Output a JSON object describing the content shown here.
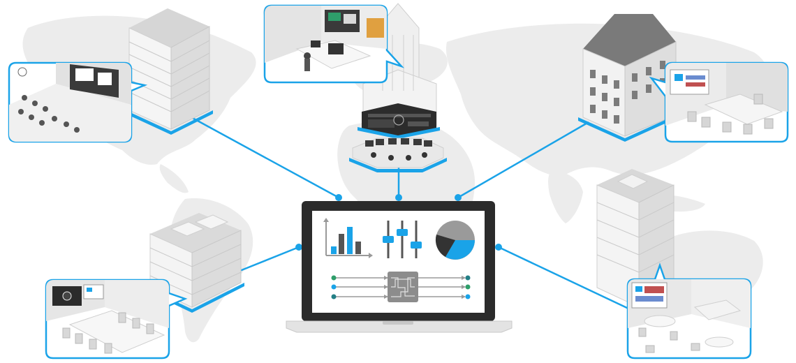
{
  "scene": {
    "background": "world-map",
    "hub": "laptop-management-console",
    "sites": [
      {
        "id": "classroom",
        "building": "office-tower",
        "scene": "lecture-room-with-presenter"
      },
      {
        "id": "desk-office",
        "building": "classical-tower",
        "scene": "private-office-desk"
      },
      {
        "id": "boardroom",
        "building": "apartment-block",
        "scene": "u-shaped-meeting-room"
      },
      {
        "id": "meeting-room",
        "building": "low-office-block",
        "scene": "conference-table-room"
      },
      {
        "id": "lounge",
        "building": "tall-tower",
        "scene": "huddle-lounge"
      },
      {
        "id": "control-room",
        "building": "rack-controller",
        "scene": "operator-control-desks"
      }
    ],
    "screen_widgets": [
      "bar-chart-icon",
      "sliders-icon",
      "pie-chart-icon",
      "signal-routing-icon"
    ]
  },
  "colors": {
    "accent": "#1aa3e8",
    "map": "#ececec",
    "laptop_frame": "#2b2b2b",
    "building": "#e6e6e6",
    "green_dot": "#2e9e6a",
    "teal_dot": "#237f86"
  }
}
